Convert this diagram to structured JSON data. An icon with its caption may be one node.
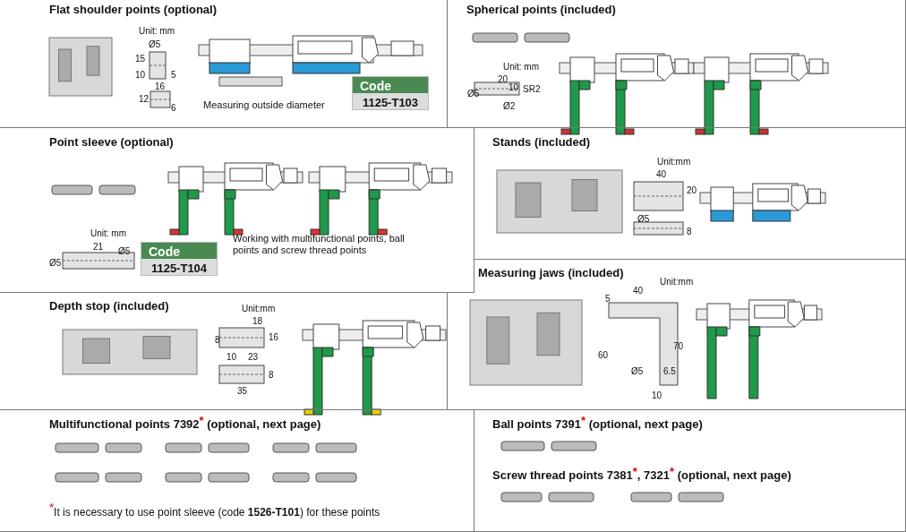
{
  "diagram": {
    "nodes": [
      {
        "text": [
          "Flat shoulder points (optional)"
        ]
      },
      {
        "text": [
          "Code",
          "1125-T103"
        ],
        "in": 0
      },
      {
        "text": [
          "Spherical points (included)"
        ]
      },
      {
        "text": [
          "Point sleeve (optional)"
        ]
      },
      {
        "text": [
          "Code",
          "1125-T104"
        ],
        "in": 3
      },
      {
        "text": [
          "Stands (included)"
        ]
      },
      {
        "text": [
          "Depth stop (included)"
        ]
      },
      {
        "text": [
          "Measuring jaws (included)"
        ]
      },
      {
        "text": [
          "Multifunctional points 7392$^{*}$ (optional, next page)"
        ]
      },
      {
        "text": [
          "Ball points 7391$^{*}$ (optional, next page)",
          "Screw thread points 7381$^{*}$, 7321$^{*}$ (optional, next page)"
        ]
      }
    ],
    "edges": [],
    "labels": [
      "Unit: mm",
      "Ø5",
      "15",
      "10",
      "5",
      "16",
      "12",
      "6",
      "Measuring outside diameter",
      "Unit: mm",
      "20",
      "10",
      "Ø5",
      "Ø2",
      "SR2",
      "Unit: mm",
      "21",
      "Ø5",
      "Ø5",
      "Working with multifunctional points, ball points and screw thread points",
      "Unit:mm",
      "40",
      "20",
      "Ø5",
      "8",
      "Unit:mm",
      "18",
      "8",
      "16",
      "10",
      "23",
      "8",
      "35",
      "Unit:mm",
      "5",
      "40",
      "70",
      "60",
      "Ø5",
      "6.5",
      "10",
      "$^{*}$It is necessary to use point sleeve (code **1526-T101**) for these points"
    ]
  }
}
